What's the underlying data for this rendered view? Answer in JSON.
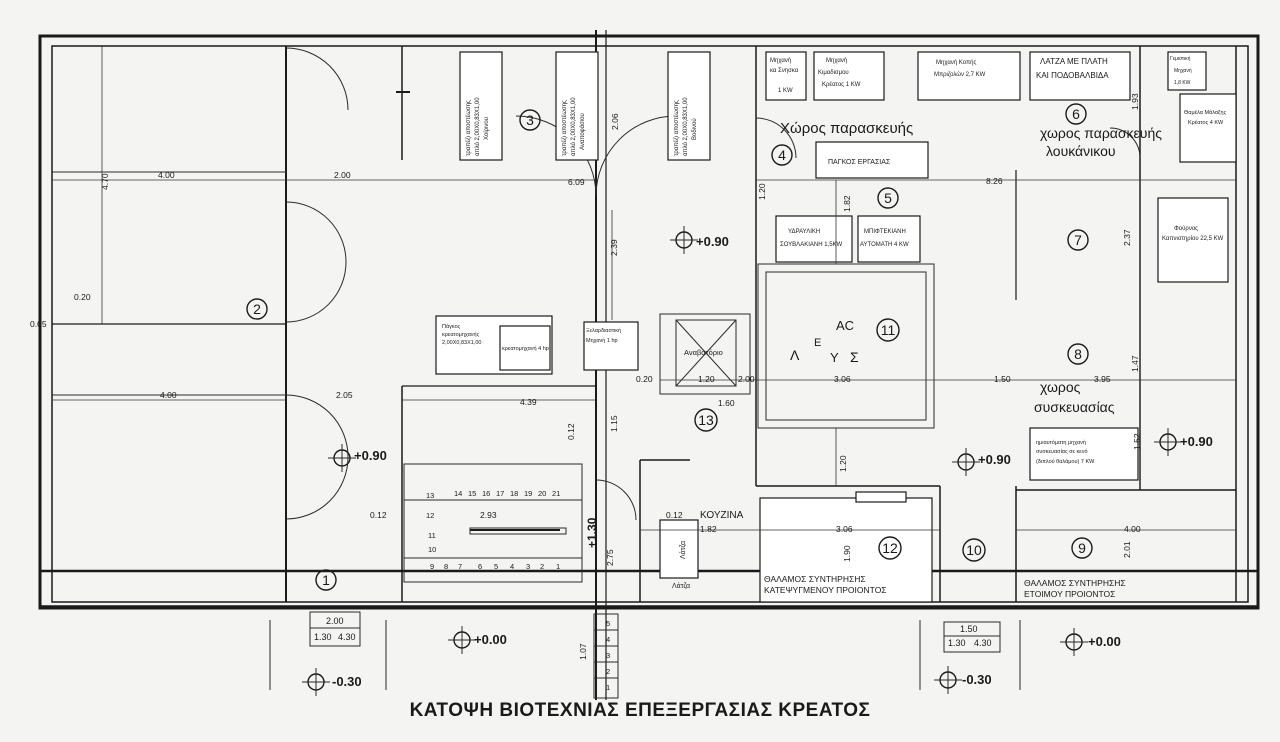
{
  "title": "ΚΑΤΟΨΗ ΒΙΟΤΕΧΝΙΑΣ ΕΠΕΞΕΡΓΑΣΙΑΣ ΚΡΕΑΤΟΣ",
  "room_numbers": [
    "1",
    "2",
    "3",
    "4",
    "5",
    "6",
    "7",
    "8",
    "9",
    "10",
    "11",
    "12",
    "13"
  ],
  "room_labels": {
    "prep_area": "Χώρος παρασκευής",
    "sausage_prep_1": "χωρος παρασκευής",
    "sausage_prep_2": "λουκάνικου",
    "packaging_1": "χωρος",
    "packaging_2": "συσκευασίας",
    "kitchen": "ΚΟΥΖΙΝΑ",
    "cold_frozen_1": "ΘΑΛΑΜΟΣ ΣΥΝΤΗΡΗΣΗΣ",
    "cold_frozen_2": "ΚΑΤΕΨΥΓΜΕΝΟΥ ΠΡΟΙΟΝΤΟΣ",
    "cold_ready_1": "ΘΑΛΑΜΟΣ ΣΥΝΤΗΡΗΣΗΣ",
    "cold_ready_2": "ΕΤΟΙΜΟΥ ΠΡΟΙΟΝΤΟΣ",
    "lift": "Αναβατόριο",
    "sink_1": "Λάτζα",
    "sink_2": "Λάτζα",
    "wc_1": "Λ",
    "wc_2": "Σ"
  },
  "equipment": {
    "table1": [
      "τραπέζι αποστέωσης",
      "απλό 2,00Χ0,83Χ1,00",
      "Χοίρινου"
    ],
    "table2": [
      "τραπέζι αποστέωσης",
      "απλό 2,00Χ0,83Χ1,00",
      "Αναποφάσιου"
    ],
    "table3": [
      "τραπέζι αποστέωσης",
      "απλό 2,00Χ0,83Χ1,00",
      "Βοδινού"
    ],
    "machine_a": [
      "Μηχανή",
      "κα Σνησκα",
      "1 KW"
    ],
    "machine_b": [
      "Μηχανή",
      "Κιμαδισμου",
      "Κρέατος 1 KW"
    ],
    "machine_c": [
      "Μηχανή Κοπής",
      "Μπριζολών 2,7 KW"
    ],
    "sink_big": [
      "ΛΑΤΖΑ ΜΕ ΠΛΑΤΗ",
      "ΚΑΙ ΠΟΔΟΒΑΛΒΙΔΑ"
    ],
    "machine_d": [
      "Γεμιστική",
      "Μηχανή",
      "1,8 KW"
    ],
    "tub": [
      "Θαμέλα Μάλαξης",
      "Κρέατος 4 KW"
    ],
    "bench": "ΠΑΓΚΟΣ ΕΡΓΑΣΙΑΣ",
    "hydraulic": [
      "ΥΔΡΑΥΛΙΚΗ",
      "ΣΟΥΒΛΑΚΙΑΝΗ 1,5KW"
    ],
    "mixer": [
      "ΜΠΙΦΤΕΚΙΑΝΗ",
      "ΑΥΤΟΜΑΤΗ 4 KW"
    ],
    "oven": [
      "Φούρνος",
      "Καπνιστηρίου 22,5 KW"
    ],
    "counter": [
      "Πάγκος",
      "κρεατομηχανής",
      "2,00Χ0,83Χ1,00"
    ],
    "mincer": "κρεατομηχανή 4 hp",
    "slicer": [
      "Ξελαρδιαστική",
      "Μηχανή 1 hp"
    ],
    "vacuum": [
      "ημιαυτόματη μηχανή",
      "συσκευασίας σε κενό",
      "(διπλού θαλάμου) 7 KW"
    ]
  },
  "dimensions": [
    "4.00",
    "4.70",
    "2.00",
    "6.09",
    "2.06",
    "8.26",
    "1.93",
    "0.20",
    "0.05",
    "2.05",
    "4.00",
    "4.39",
    "2.39",
    "1.20",
    "1.82",
    "2.37",
    "0.20",
    "1.20",
    "2.00",
    "3.06",
    "1.50",
    "3.95",
    "1.47",
    "1.60",
    "1.15",
    "0.12",
    "1.52",
    "0.12",
    "2.93",
    "2.75",
    "0.12",
    "1.82",
    "1.20",
    "3.06",
    "1.90",
    "4.00",
    "2.01",
    "1.07"
  ],
  "stair_steps": [
    "13",
    "14",
    "15",
    "16",
    "17",
    "18",
    "19",
    "20",
    "21",
    "12",
    "11",
    "10",
    "9",
    "8",
    "7",
    "6",
    "5",
    "4",
    "3",
    "2",
    "1"
  ],
  "outside_steps": [
    "5",
    "4",
    "3",
    "2",
    "1"
  ],
  "levels": {
    "l1": "+0.90",
    "l2": "+0.90",
    "l3": "+0.90",
    "l4": "+0.90",
    "l5": "+0.00",
    "l6": "+0.00",
    "l7": "-0.30",
    "l8": "-0.30",
    "stair_level": "+1.30"
  },
  "openings": {
    "left": [
      "2.00",
      "1.30",
      "4.30"
    ],
    "right": [
      "1.50",
      "1.30",
      "4.30"
    ]
  },
  "wc_code": [
    "ΑC",
    "Ε",
    "Υ"
  ]
}
